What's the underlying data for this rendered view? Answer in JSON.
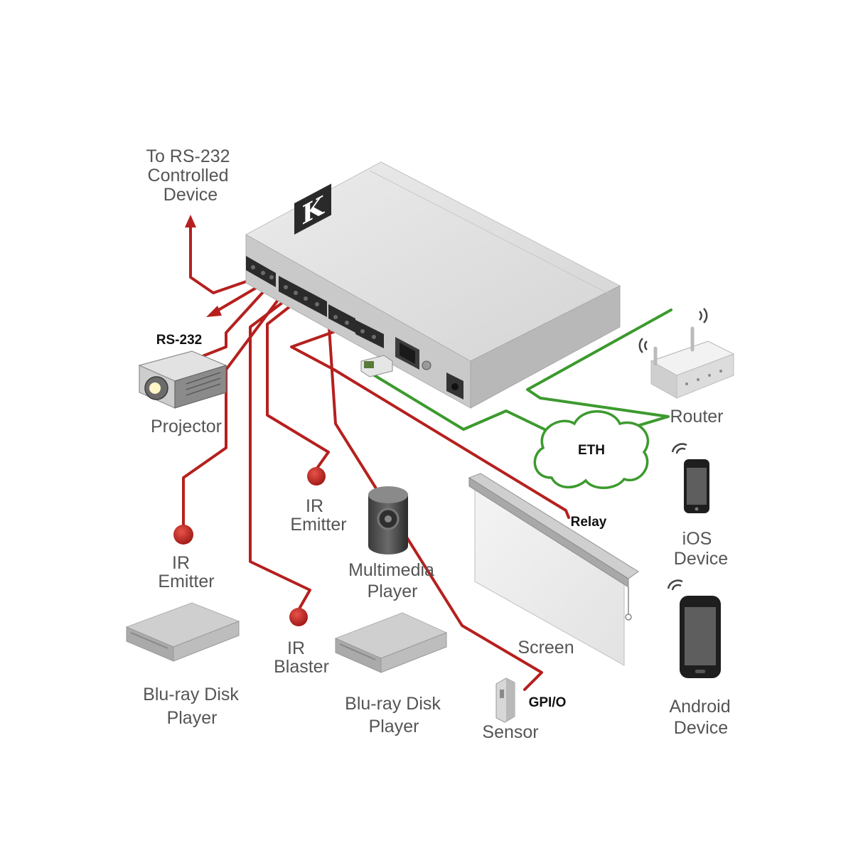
{
  "labels": {
    "rs232_target": [
      "To RS-232",
      "Controlled",
      "Device"
    ],
    "rs232": "RS-232",
    "projector": "Projector",
    "ir_emitter_left": [
      "IR",
      "Emitter"
    ],
    "ir_emitter_center": [
      "IR",
      "Emitter"
    ],
    "ir_blaster": [
      "IR",
      "Blaster"
    ],
    "multimedia_player": [
      "Multimedia",
      "Player"
    ],
    "bluray_left": [
      "Blu-ray Disk",
      "Player"
    ],
    "bluray_center": [
      "Blu-ray Disk",
      "Player"
    ],
    "sensor": "Sensor",
    "gpio": "GPI/O",
    "screen": "Screen",
    "relay": "Relay",
    "eth": "ETH",
    "router": "Router",
    "ios_device": [
      "iOS",
      "Device"
    ],
    "android_device": [
      "Android",
      "Device"
    ]
  },
  "device": {
    "brand_mark": "K"
  },
  "colors": {
    "control_cable": "#b5201e",
    "ethernet_cable": "#3c9a2e",
    "device_body": "#d9d9d9",
    "label_text": "#555555"
  }
}
